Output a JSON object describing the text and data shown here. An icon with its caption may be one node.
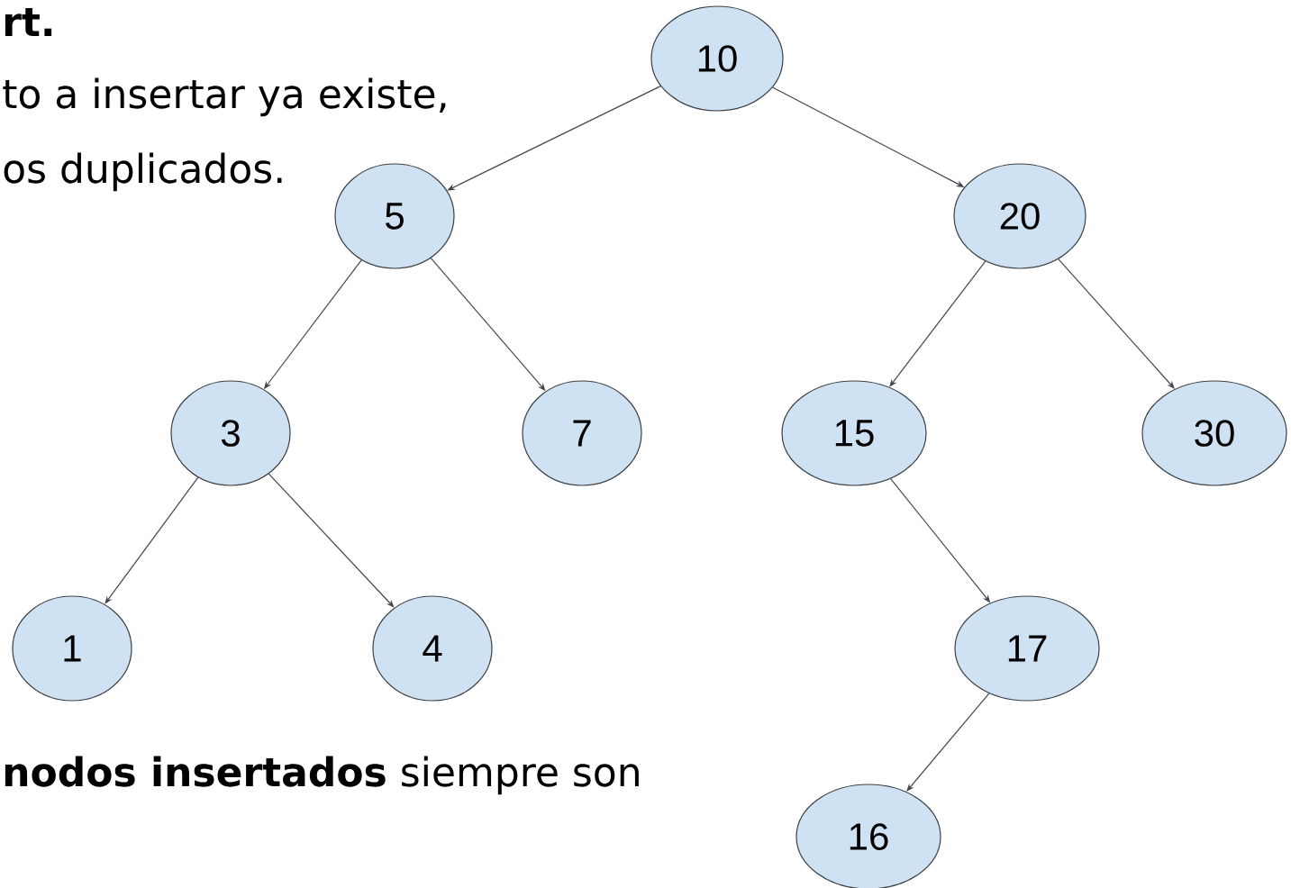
{
  "diagram": {
    "nodes": [
      {
        "text": [
          "10"
        ]
      },
      {
        "text": [
          "5"
        ]
      },
      {
        "text": [
          "20"
        ]
      },
      {
        "text": [
          "3"
        ]
      },
      {
        "text": [
          "7"
        ]
      },
      {
        "text": [
          "15"
        ]
      },
      {
        "text": [
          "30"
        ]
      },
      {
        "text": [
          "1"
        ]
      },
      {
        "text": [
          "4"
        ]
      },
      {
        "text": [
          "17"
        ]
      },
      {
        "text": [
          "16"
        ]
      }
    ],
    "edges": [
      {
        "from": 0,
        "to": 1,
        "arrow": "to"
      },
      {
        "from": 0,
        "to": 2,
        "arrow": "to"
      },
      {
        "from": 1,
        "to": 3,
        "arrow": "to"
      },
      {
        "from": 1,
        "to": 4,
        "arrow": "to"
      },
      {
        "from": 2,
        "to": 5,
        "arrow": "to"
      },
      {
        "from": 2,
        "to": 6,
        "arrow": "to"
      },
      {
        "from": 3,
        "to": 7,
        "arrow": "to"
      },
      {
        "from": 3,
        "to": 8,
        "arrow": "to"
      },
      {
        "from": 5,
        "to": 9,
        "arrow": "to"
      },
      {
        "from": 9,
        "to": 10,
        "arrow": "to"
      }
    ],
    "labels": [
      "rt.",
      "to a insertar ya existe,",
      "os duplicados.",
      "**nodos insertados** siempre son"
    ]
  }
}
